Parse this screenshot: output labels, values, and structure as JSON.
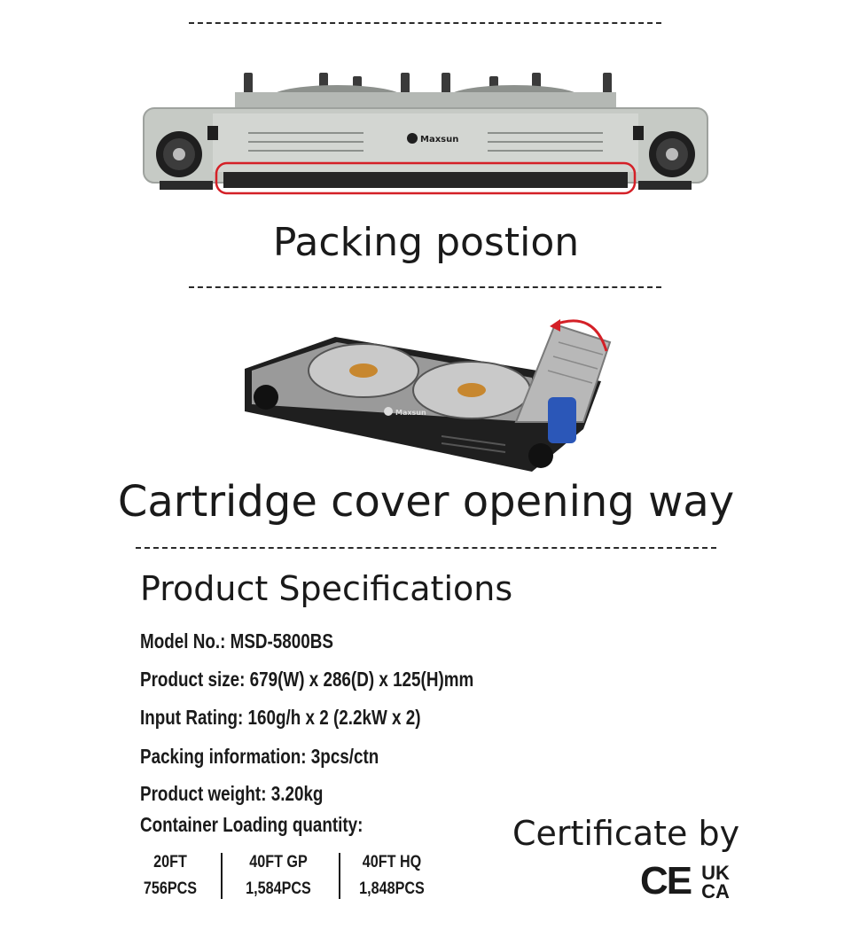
{
  "sections": {
    "packing_caption": "Packing postion",
    "cover_caption": "Cartridge cover opening way"
  },
  "stove_top": {
    "brand": "Maxsun"
  },
  "stove_open": {
    "brand": "Maxsun"
  },
  "specs": {
    "heading": "Product Specifications",
    "model": "Model No.: MSD-5800BS",
    "size": "Product size: 679(W) x 286(D) x 125(H)mm",
    "rating": "Input Rating: 160g/h x 2 (2.2kW x 2)",
    "packing": "Packing information: 3pcs/ctn",
    "weight": "Product weight: 3.20kg",
    "container_label": "Container Loading quantity:",
    "containers": [
      {
        "type": "20FT",
        "qty": "756PCS"
      },
      {
        "type": "40FT GP",
        "qty": "1,584PCS"
      },
      {
        "type": "40FT HQ",
        "qty": "1,848PCS"
      }
    ]
  },
  "certificate": {
    "label": "Certificate by",
    "ce": "CE",
    "ukca_top": "UK",
    "ukca_bottom": "CA"
  },
  "colors": {
    "highlight": "#d42027",
    "stove_body": "#c6cac5",
    "dark": "#1f1f1f",
    "arrow": "#d42027",
    "cartridge": "#2b57b8"
  }
}
